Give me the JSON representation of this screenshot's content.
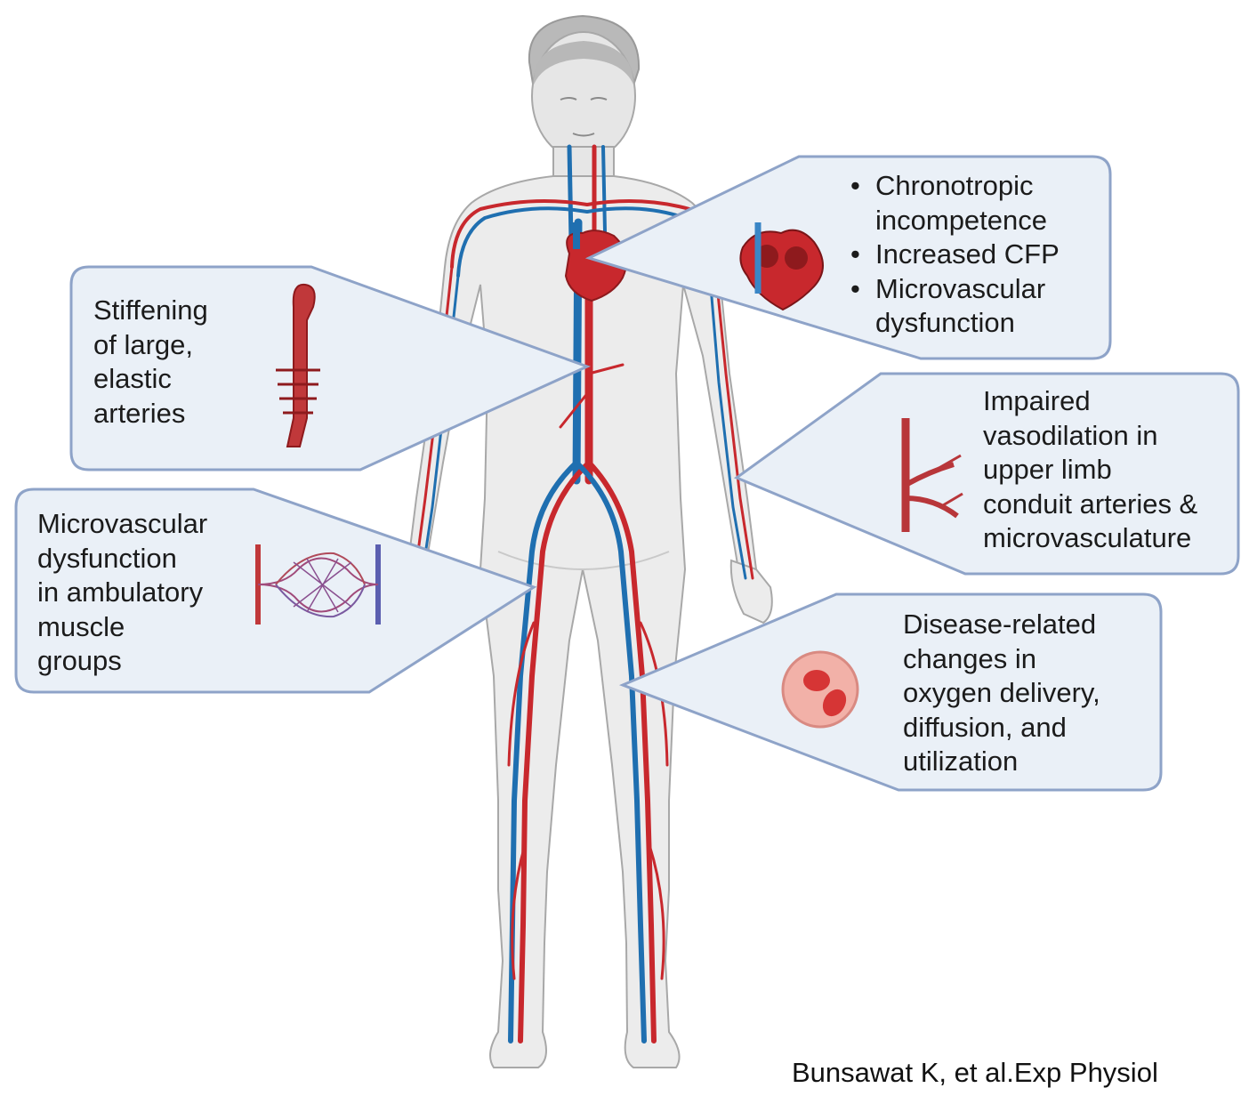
{
  "callouts": {
    "stiffening": {
      "lines": [
        "Stiffening",
        "of large,",
        "elastic",
        "arteries"
      ]
    },
    "microvascular_muscle": {
      "lines": [
        "Microvascular",
        "dysfunction",
        "in ambulatory",
        "muscle",
        "groups"
      ]
    },
    "heart": {
      "bullets": [
        {
          "lines": [
            "Chronotropic",
            "incompetence"
          ]
        },
        {
          "lines": [
            "Increased CFP"
          ]
        },
        {
          "lines": [
            "Microvascular",
            "dysfunction"
          ]
        }
      ]
    },
    "vasodilation": {
      "lines": [
        "Impaired",
        "vasodilation in",
        "upper limb",
        "conduit arteries &",
        "microvasculature"
      ]
    },
    "oxygen": {
      "lines": [
        "Disease-related",
        "changes in",
        "oxygen delivery,",
        "diffusion, and",
        "utilization"
      ]
    }
  },
  "citation": "Bunsawat K, et al.Exp Physiol",
  "icons": [
    "body-icon",
    "aorta-icon",
    "capillary-bed-icon",
    "heart-icon",
    "artery-branch-icon",
    "red-blood-cell-icon"
  ],
  "colors": {
    "artery": "#c8282d",
    "vein": "#1f6fb0",
    "callout_fill": "#eaf0f7",
    "callout_border": "#8ea3c8",
    "skin": "#ececec"
  }
}
